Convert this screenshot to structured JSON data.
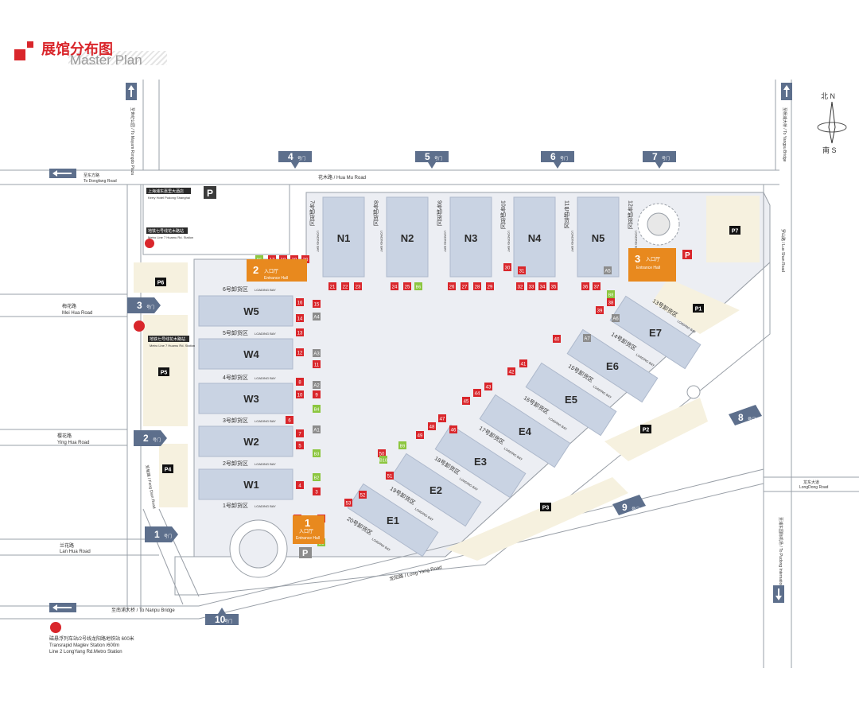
{
  "title": {
    "zh": "展馆分布图",
    "en": "Master Plan"
  },
  "roads": {
    "hua_mu": "花木路 / Hua Mu Road",
    "to_dongfang_zh": "至东方路",
    "to_dongfang_en": "To Dongfang Road",
    "mei_hua_zh": "梅花路",
    "mei_hua_en": "Mei Hua Road",
    "ying_hua_zh": "樱花路",
    "ying_hua_en": "Ying Hua Road",
    "lan_hua_zh": "兰花路",
    "lan_hua_en": "Lan Hua Road",
    "fang_dian": "芳甸路 / Fang Dian Road",
    "long_yang": "龙阳路 / Long Yang Road",
    "to_nanpu": "至南浦大桥 / To Nanpu Bridge",
    "century_park": "至世纪公园 / To Mayam Rongdo Plaza",
    "to_yangpu": "至杨浦大桥 / To Yangpu Bridge",
    "luo_shan": "罗山路 / Luo Shan Road",
    "longdong_zh": "龙东大道",
    "longdong_en": "LongDong Road",
    "to_airport": "至浦东国际机场 / To Pudong International Airport"
  },
  "compass": {
    "north": "北 N",
    "south": "南 S"
  },
  "hotel": {
    "zh": "上海浦东嘉里大酒店",
    "en": "Kerry Hotel Pudong Shanghai"
  },
  "metro_top": {
    "zh": "地铁七号线花木路站",
    "en": "Metro Line 7 Huamu Rd. Station"
  },
  "metro_mid": {
    "zh": "地铁七号线花木路站",
    "en": "Metro Line 7 Huamu Rd. Station"
  },
  "maglev": {
    "line1": "磁悬浮列车站/2号线龙阳路地铁站 600米",
    "line2": "Transrapid Maglev Station /600m",
    "line3": "Line 2 LongYang Rd.Metro Station"
  },
  "gates": [
    {
      "num": "4",
      "label": "号门"
    },
    {
      "num": "5",
      "label": "号门"
    },
    {
      "num": "6",
      "label": "号门"
    },
    {
      "num": "7",
      "label": "号门"
    },
    {
      "num": "3",
      "label": "号门"
    },
    {
      "num": "2",
      "label": "号门"
    },
    {
      "num": "1",
      "label": "号门"
    },
    {
      "num": "10",
      "label": "号门"
    },
    {
      "num": "8",
      "label": "号门"
    },
    {
      "num": "9",
      "label": "号门"
    }
  ],
  "entrances": [
    {
      "num": "1",
      "zh": "入口厅",
      "en": "Entrance Hall"
    },
    {
      "num": "2",
      "zh": "入口厅",
      "en": "Entrance Hall"
    },
    {
      "num": "3",
      "zh": "入口厅",
      "en": "Entrance Hall"
    }
  ],
  "parking": [
    "P1",
    "P2",
    "P3",
    "P4",
    "P5",
    "P6",
    "P7"
  ],
  "parking_sign": "P",
  "halls_n": [
    "N1",
    "N2",
    "N3",
    "N4",
    "N5"
  ],
  "halls_w": [
    "W5",
    "W4",
    "W3",
    "W2",
    "W1"
  ],
  "halls_e": [
    "E7",
    "E6",
    "E5",
    "E4",
    "E3",
    "E2",
    "E1"
  ],
  "loading_bay_en": "LOADING BAY",
  "loading_n": [
    "7号卸货区",
    "8号卸货区",
    "9号卸货区",
    "10号卸货区",
    "11号卸货区",
    "12号卸货区"
  ],
  "loading_w": [
    "6号卸货区",
    "5号卸货区",
    "4号卸货区",
    "3号卸货区",
    "2号卸货区",
    "1号卸货区"
  ],
  "loading_e": [
    "13号卸货区",
    "14号卸货区",
    "15号卸货区",
    "16号卸货区",
    "17号卸货区",
    "18号卸货区",
    "19号卸货区",
    "20号卸货区"
  ],
  "dock_red": [
    "1",
    "2",
    "3",
    "4",
    "5",
    "6",
    "7",
    "8",
    "9",
    "10",
    "11",
    "12",
    "13",
    "14",
    "15",
    "16",
    "17",
    "18",
    "19",
    "20",
    "21",
    "22",
    "23",
    "24",
    "25",
    "26",
    "27",
    "28",
    "29",
    "30",
    "31",
    "32",
    "33",
    "34",
    "35",
    "36",
    "37",
    "38",
    "39",
    "40",
    "41",
    "42",
    "43",
    "44",
    "45",
    "46",
    "47",
    "48",
    "49",
    "50",
    "51",
    "52",
    "53"
  ],
  "dock_grey": [
    "A1",
    "A2",
    "A3",
    "A4",
    "A5",
    "A6",
    "A7"
  ],
  "dock_green": [
    "B1",
    "B2",
    "B3",
    "B4",
    "B5",
    "B6",
    "B7",
    "B8",
    "B9",
    "B10"
  ],
  "colors": {
    "hall": "#c9d3e3",
    "hall_dark": "#aeb9cc",
    "site": "#eceef3",
    "gate": "#5d6f8c",
    "entrance": "#e8891e",
    "red": "#d9262b",
    "grey": "#8c8c8c",
    "green": "#8cc63f",
    "parking": "#f6f1df",
    "road": "#ffffff",
    "line": "#9aa0a8"
  }
}
